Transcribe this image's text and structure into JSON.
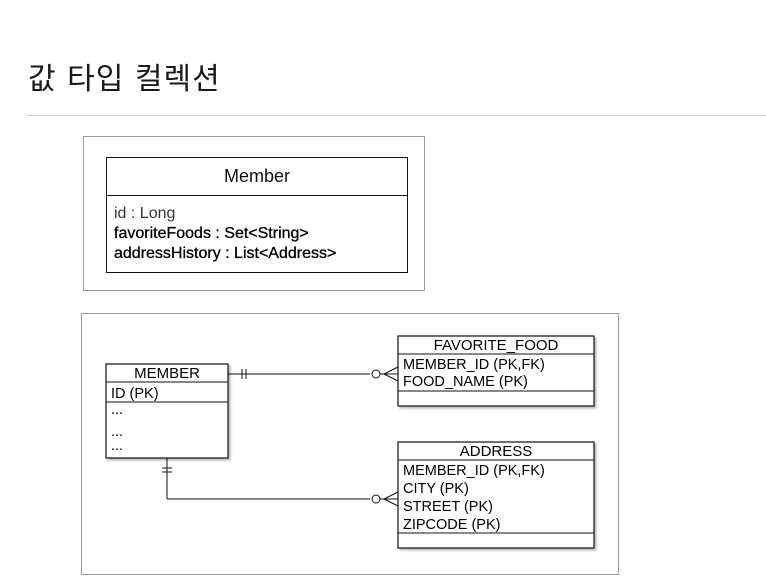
{
  "page": {
    "title": "값 타입 컬렉션"
  },
  "class_diagram": {
    "class_name": "Member",
    "attributes": [
      "id : Long",
      "favoriteFoods : Set<String>",
      "addressHistory : List<Address>"
    ]
  },
  "erd": {
    "member": {
      "name": "MEMBER",
      "rows": [
        "ID (PK)",
        "...",
        "...",
        "..."
      ]
    },
    "favorite_food": {
      "name": "FAVORITE_FOOD",
      "rows": [
        "MEMBER_ID (PK,FK)",
        "FOOD_NAME (PK)"
      ]
    },
    "address": {
      "name": "ADDRESS",
      "rows": [
        "MEMBER_ID (PK,FK)",
        "CITY (PK)",
        "STREET (PK)",
        "ZIPCODE (PK)"
      ]
    }
  }
}
